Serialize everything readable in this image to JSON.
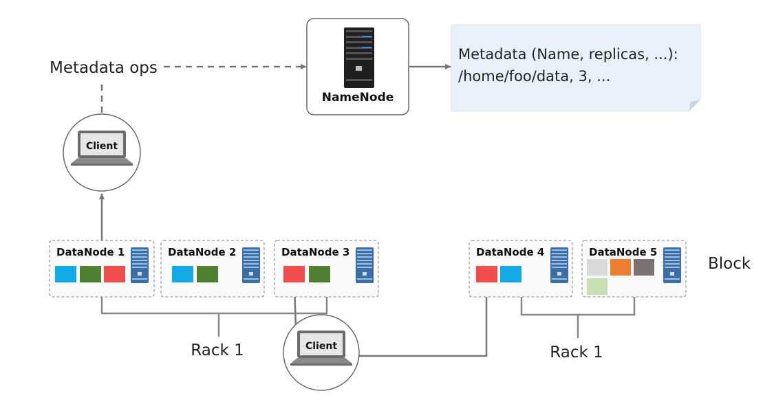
{
  "namenode": {
    "label": "NameNode"
  },
  "metadata_ops": {
    "label": "Metadata ops"
  },
  "metadata_note": {
    "line1": "Metadata (Name, replicas, ...):",
    "line2": "/home/foo/data, 3, ..."
  },
  "clients": [
    {
      "label": "Client"
    },
    {
      "label": "Client"
    }
  ],
  "datanodes": [
    {
      "label": "DataNode 1",
      "blocks": [
        "blue",
        "green",
        "red"
      ]
    },
    {
      "label": "DataNode 2",
      "blocks": [
        "blue",
        "green"
      ]
    },
    {
      "label": "DataNode 3",
      "blocks": [
        "red",
        "green"
      ]
    },
    {
      "label": "DataNode 4",
      "blocks": [
        "red",
        "blue"
      ]
    },
    {
      "label": "DataNode 5",
      "blocks": [
        "lightgray",
        "orange",
        "darkgray",
        "lightgreen"
      ]
    }
  ],
  "racks": [
    {
      "label": "Rack 1"
    },
    {
      "label": "Rack 1"
    }
  ],
  "legend": {
    "block_label": "Block"
  },
  "colors": {
    "blue": "#12a9e8",
    "green": "#4e7f33",
    "red": "#f24d4d",
    "lightgray": "#d9d9d9",
    "orange": "#ed7d31",
    "darkgray": "#7b7171",
    "lightgreen": "#c6e0b4",
    "note_bg": "#e8f1fa",
    "server_blue": "#3a6ea5"
  }
}
